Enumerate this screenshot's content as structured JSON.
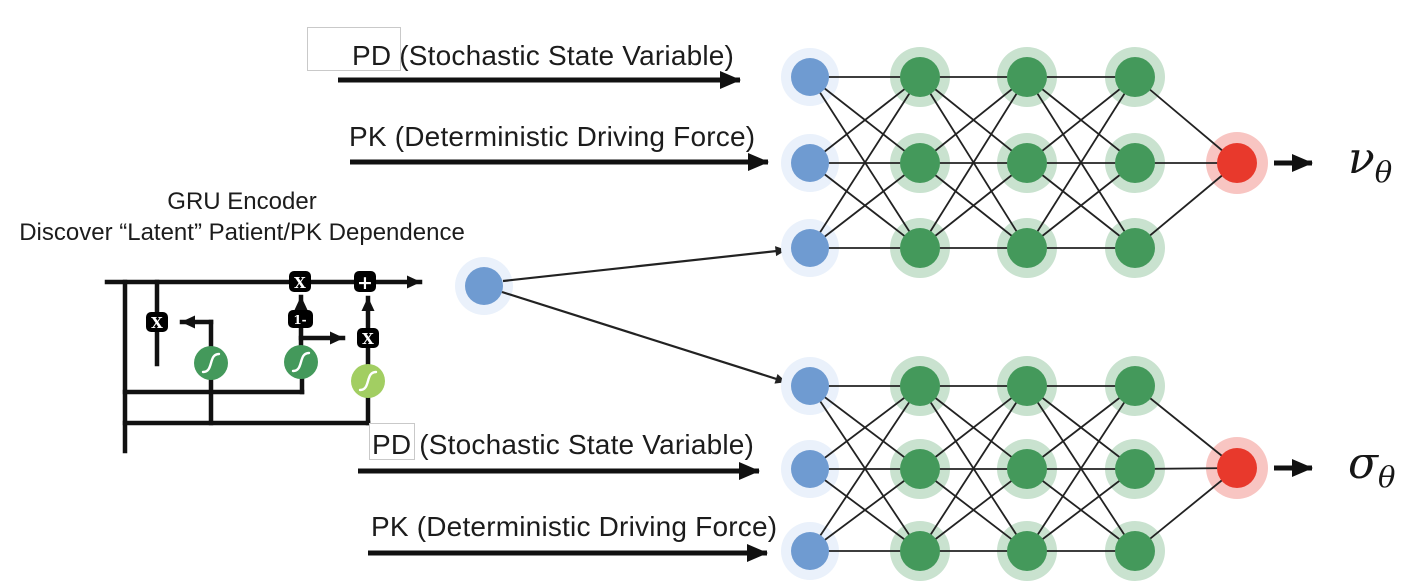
{
  "diagram": {
    "inputs_top": {
      "pd_label": "PD (Stochastic State Variable)",
      "pk_label": "PK (Deterministic Driving Force)"
    },
    "inputs_bottom": {
      "pd_label": "PD (Stochastic State Variable)",
      "pk_label": "PK (Deterministic Driving Force)"
    },
    "gru": {
      "title_line1": "GRU Encoder",
      "title_line2": "Discover “Latent” Patient/PK Dependence",
      "gates": {
        "reset_mult": "X",
        "update_mult": "X",
        "candidate_mult": "X",
        "add": "+",
        "one_minus": "1-"
      }
    },
    "outputs": {
      "top_symbol": "ν",
      "top_subscript": "θ",
      "bottom_symbol": "σ",
      "bottom_subscript": "θ"
    },
    "networks": {
      "top": {
        "layers": [
          3,
          3,
          3,
          3,
          1
        ]
      },
      "bottom": {
        "layers": [
          3,
          3,
          3,
          3,
          1
        ]
      }
    },
    "colors": {
      "input_node": "#6f9bd1",
      "input_node_halo": "#eaf1fb",
      "hidden_node": "#44995b",
      "hidden_node_halo": "#c9e2cf",
      "tanh_node": "#a2ce62",
      "output_node": "#e8392c",
      "output_node_halo": "#f8c5c2",
      "edge": "#222222",
      "arrow": "#111111"
    }
  }
}
